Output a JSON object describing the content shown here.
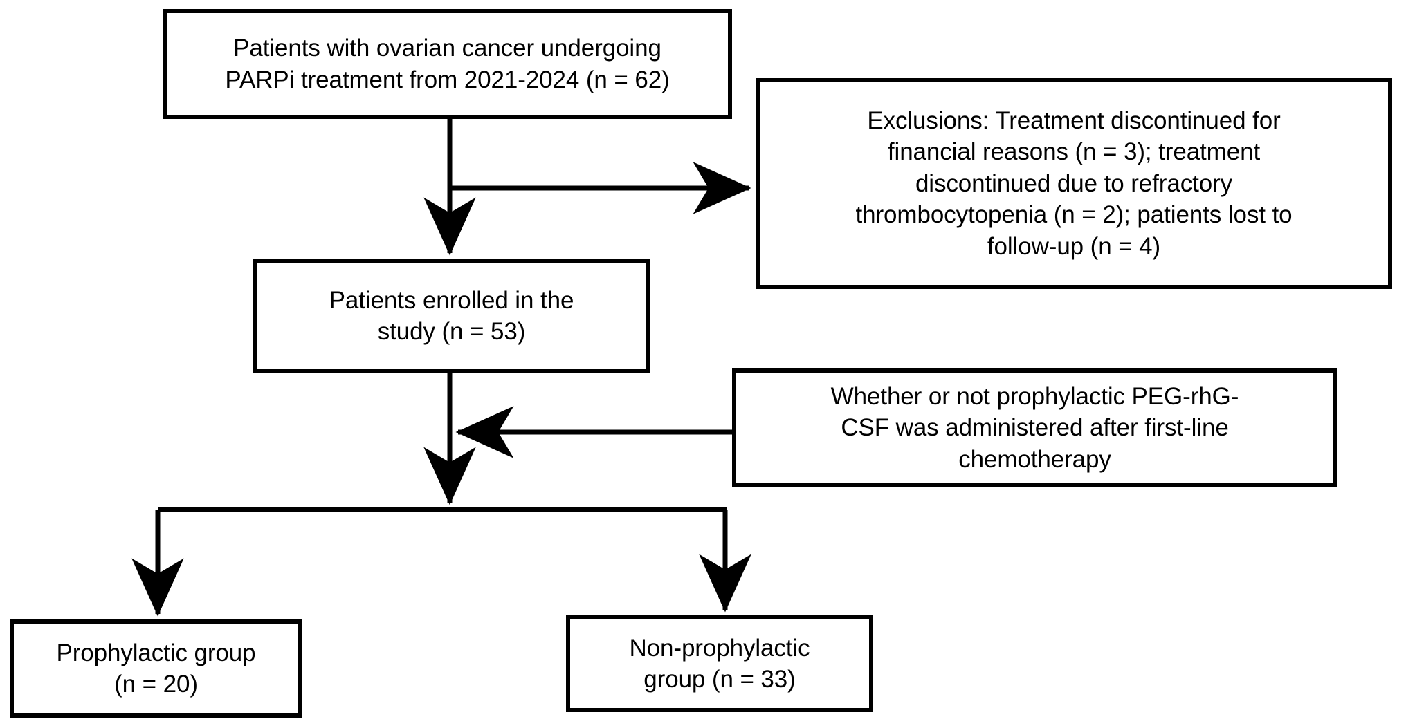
{
  "diagram": {
    "type": "flowchart",
    "title": "Patient enrollment and grouping flow diagram",
    "stroke_color": "#000000",
    "background_color": "#ffffff",
    "nodes": [
      {
        "id": "source",
        "label": "Patients with ovarian cancer undergoing\nPARPi treatment from 2021-2024 (n = 62)",
        "n": 62
      },
      {
        "id": "exclusions",
        "label": "Exclusions: Treatment discontinued for\nfinancial reasons (n = 3); treatment\ndiscontinued due to refractory\nthrombocytopenia (n = 2); patients lost to\nfollow-up (n = 4)",
        "n_financial": 3,
        "n_thrombocytopenia": 2,
        "n_lost_to_followup": 4
      },
      {
        "id": "enrolled",
        "label": "Patients enrolled in the\nstudy (n = 53)",
        "n": 53
      },
      {
        "id": "grouping",
        "label": "Whether or not prophylactic PEG-rhG-\nCSF was administered after first-line\nchemotherapy"
      },
      {
        "id": "prophylactic",
        "label": "Prophylactic group\n(n = 20)",
        "n": 20
      },
      {
        "id": "non_prophylactic",
        "label": "Non-prophylactic\ngroup (n = 33)",
        "n": 33
      }
    ],
    "edges": [
      {
        "id": "source-to-enrolled",
        "from": "source",
        "to": "enrolled",
        "direction": "down"
      },
      {
        "id": "source-to-exclusions",
        "from": "source",
        "to": "exclusions",
        "direction": "right"
      },
      {
        "id": "grouping-to-enrolled",
        "from": "grouping",
        "to": "enrolled",
        "direction": "left"
      },
      {
        "id": "enrolled-to-prophylactic",
        "from": "enrolled",
        "to": "prophylactic",
        "direction": "down"
      },
      {
        "id": "enrolled-to-non-prophylactic",
        "from": "enrolled",
        "to": "non_prophylactic",
        "direction": "down"
      }
    ]
  }
}
